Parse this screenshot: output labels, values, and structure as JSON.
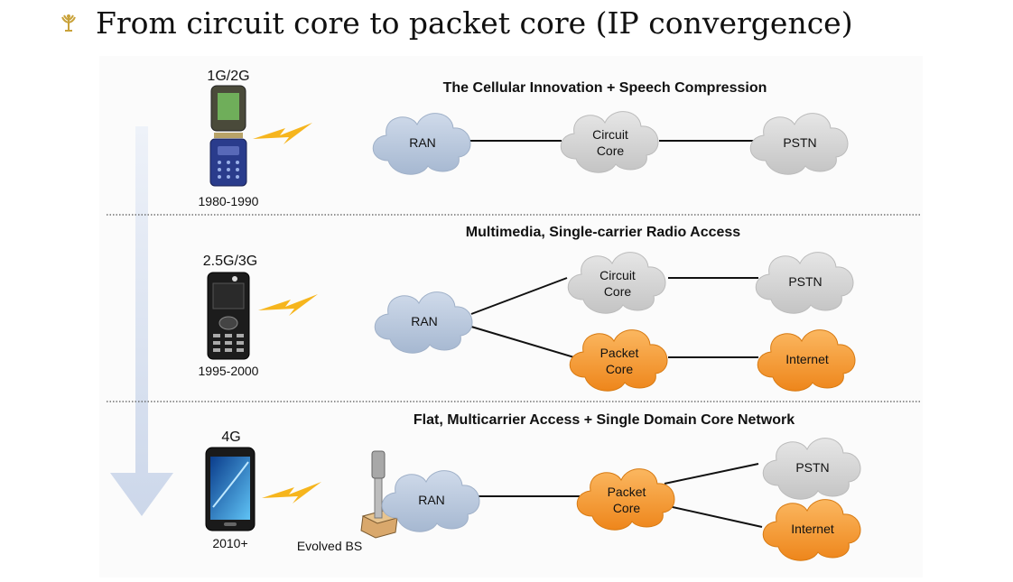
{
  "page": {
    "title": "From circuit core to packet core (IP convergence)"
  },
  "rows": [
    {
      "generation": "1G/2G",
      "years": "1980-1990",
      "heading": "The Cellular Innovation + Speech Compression",
      "nodes": {
        "ran": "RAN",
        "circuit_core": "Circuit Core",
        "pstn": "PSTN"
      }
    },
    {
      "generation": "2.5G/3G",
      "years": "1995-2000",
      "heading": "Multimedia, Single-carrier Radio Access",
      "nodes": {
        "ran": "RAN",
        "circuit_core": "Circuit Core",
        "pstn": "PSTN",
        "packet_core": "Packet Core",
        "internet": "Internet"
      }
    },
    {
      "generation": "4G",
      "years": "2010+",
      "heading": "Flat, Multicarrier Access + Single Domain Core Network",
      "base_station": "Evolved BS",
      "nodes": {
        "ran": "RAN",
        "packet_core": "Packet Core",
        "pstn": "PSTN",
        "internet": "Internet"
      }
    }
  ],
  "colors": {
    "gray_cloud": "#d7d7d7",
    "blue_cloud": "#b9c8dc",
    "orange_cloud": "#f59a2e",
    "bolt": "#f6b51d",
    "arrow": "#d9e2f1"
  }
}
